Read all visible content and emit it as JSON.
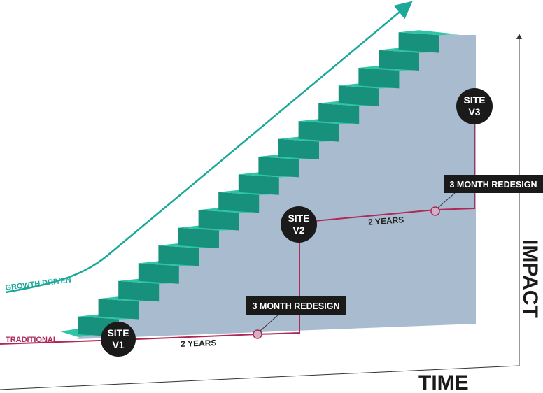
{
  "axes": {
    "x_label": "TIME",
    "y_label": "IMPACT"
  },
  "lines": {
    "growth_driven": {
      "label": "GROWTH DRIVEN",
      "color": "#1aa89a"
    },
    "traditional": {
      "label": "TRADITIONAL",
      "color": "#b0285a"
    }
  },
  "sites": [
    {
      "line1": "SITE",
      "line2": "V1"
    },
    {
      "line1": "SITE",
      "line2": "V2"
    },
    {
      "line1": "SITE",
      "line2": "V3"
    }
  ],
  "redesign_labels": [
    "3 MONTH REDESIGN",
    "3 MONTH REDESIGN"
  ],
  "interval_labels": [
    "2 YEARS",
    "2 YEARS"
  ],
  "colors": {
    "stair_top": "#2ec4a6",
    "stair_riser": "#17907c",
    "wall": "#a9bccf",
    "dark": "#1a1a1a",
    "axis": "#333333"
  }
}
